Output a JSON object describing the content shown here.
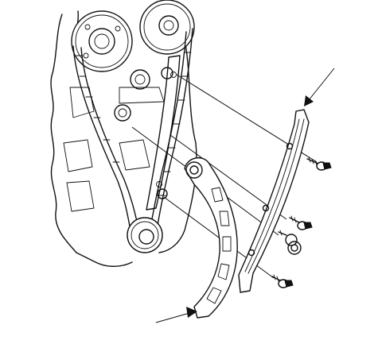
{
  "diagram": {
    "view": "timing-chain-guide-and-tensioner-arm-exploded-view",
    "parts": [
      {
        "name": "cam-chain-guide-a",
        "icon": "chain-guide-icon"
      },
      {
        "name": "cam-chain-tensioner-arm",
        "icon": "tensioner-arm-icon"
      },
      {
        "name": "guide-bolt-top",
        "icon": "flange-bolt-icon"
      },
      {
        "name": "guide-bolt-middle",
        "icon": "flange-bolt-icon"
      },
      {
        "name": "arm-pivot-bolt",
        "icon": "pivot-bolt-icon"
      },
      {
        "name": "guide-bolt-bottom",
        "icon": "flange-bolt-icon"
      }
    ],
    "pointers": [
      "chain-guide-pointer-arrow",
      "tensioner-arm-pointer-arrow"
    ],
    "colors": {
      "ink": "#111111",
      "paper": "#ffffff"
    }
  }
}
